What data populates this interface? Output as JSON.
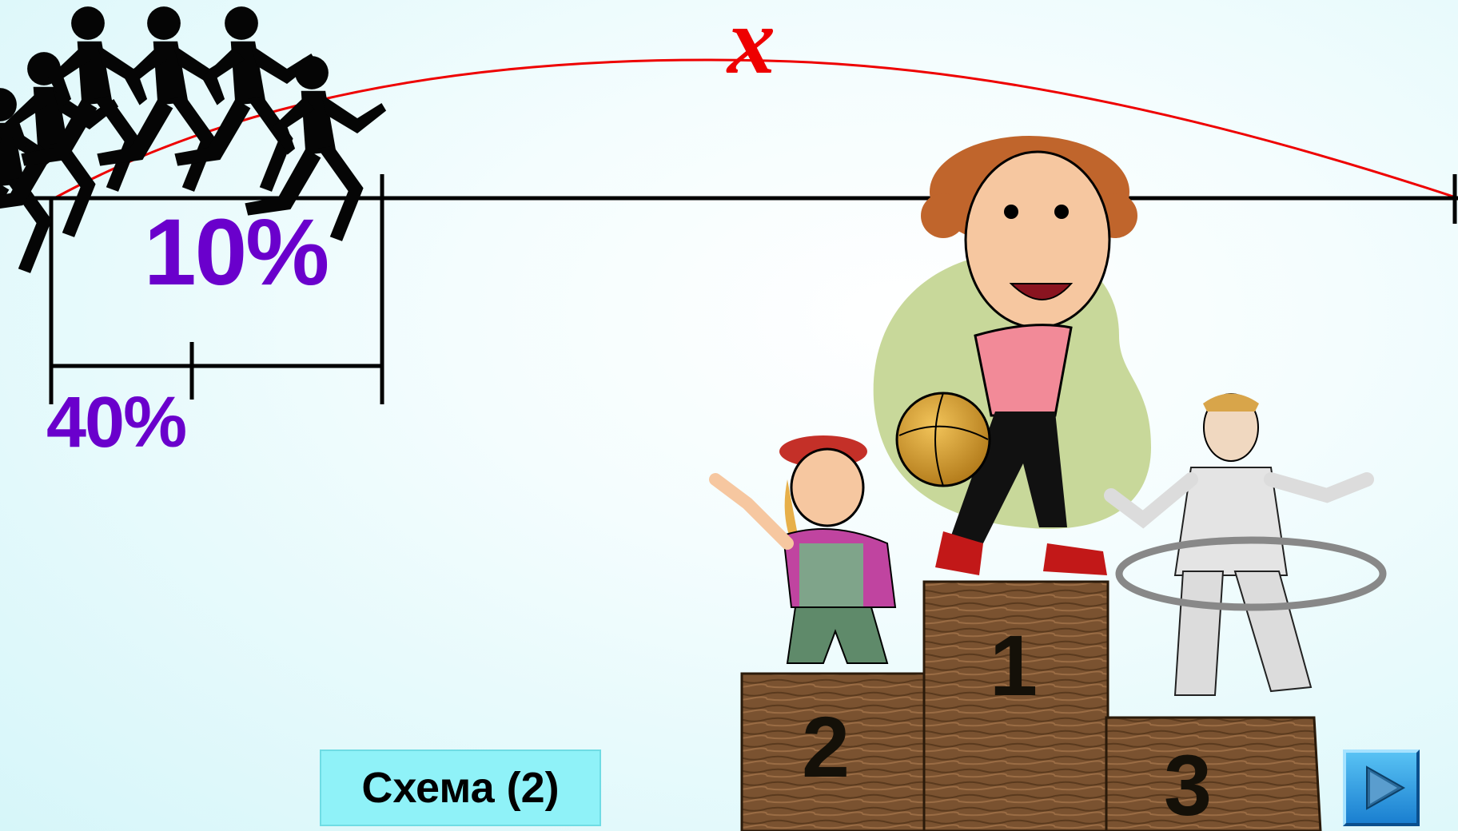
{
  "labels": {
    "variable": "x",
    "share_10": "10%",
    "share_40": "40%"
  },
  "podium": {
    "first": "1",
    "second": "2",
    "third": "3"
  },
  "buttons": {
    "scheme": "Схема (2)",
    "next_icon": "play-triangle-icon"
  },
  "colors": {
    "arc": "#ee0000",
    "percent_text": "#6a00cc",
    "scheme_button": "#8ff2f8",
    "next_button": "#2a90dc",
    "podium_wood": "#7a5230"
  }
}
